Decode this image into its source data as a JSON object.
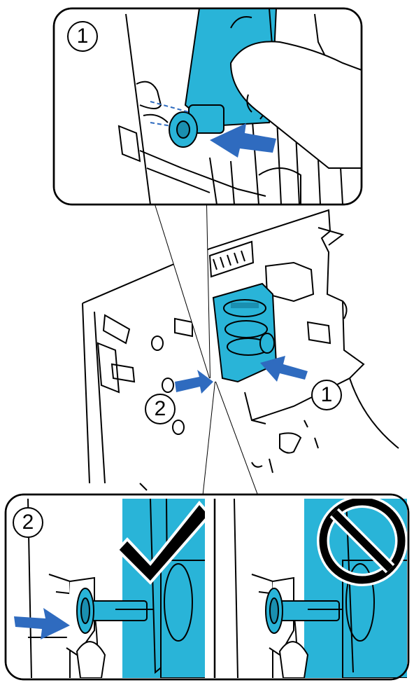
{
  "steps": {
    "top_inset": "1",
    "middle_step_1": "1",
    "middle_step_2": "2",
    "bottom_inset": "2"
  },
  "colors": {
    "roller": "#29b4d8",
    "roller_dark": "#1a8fb0",
    "arrow": "#2f6bbf",
    "outline": "#000000",
    "prohibit": "#000000"
  },
  "icons": {
    "correct": "check-mark-icon",
    "incorrect": "prohibited-icon",
    "press": "arrow-right-icon"
  }
}
